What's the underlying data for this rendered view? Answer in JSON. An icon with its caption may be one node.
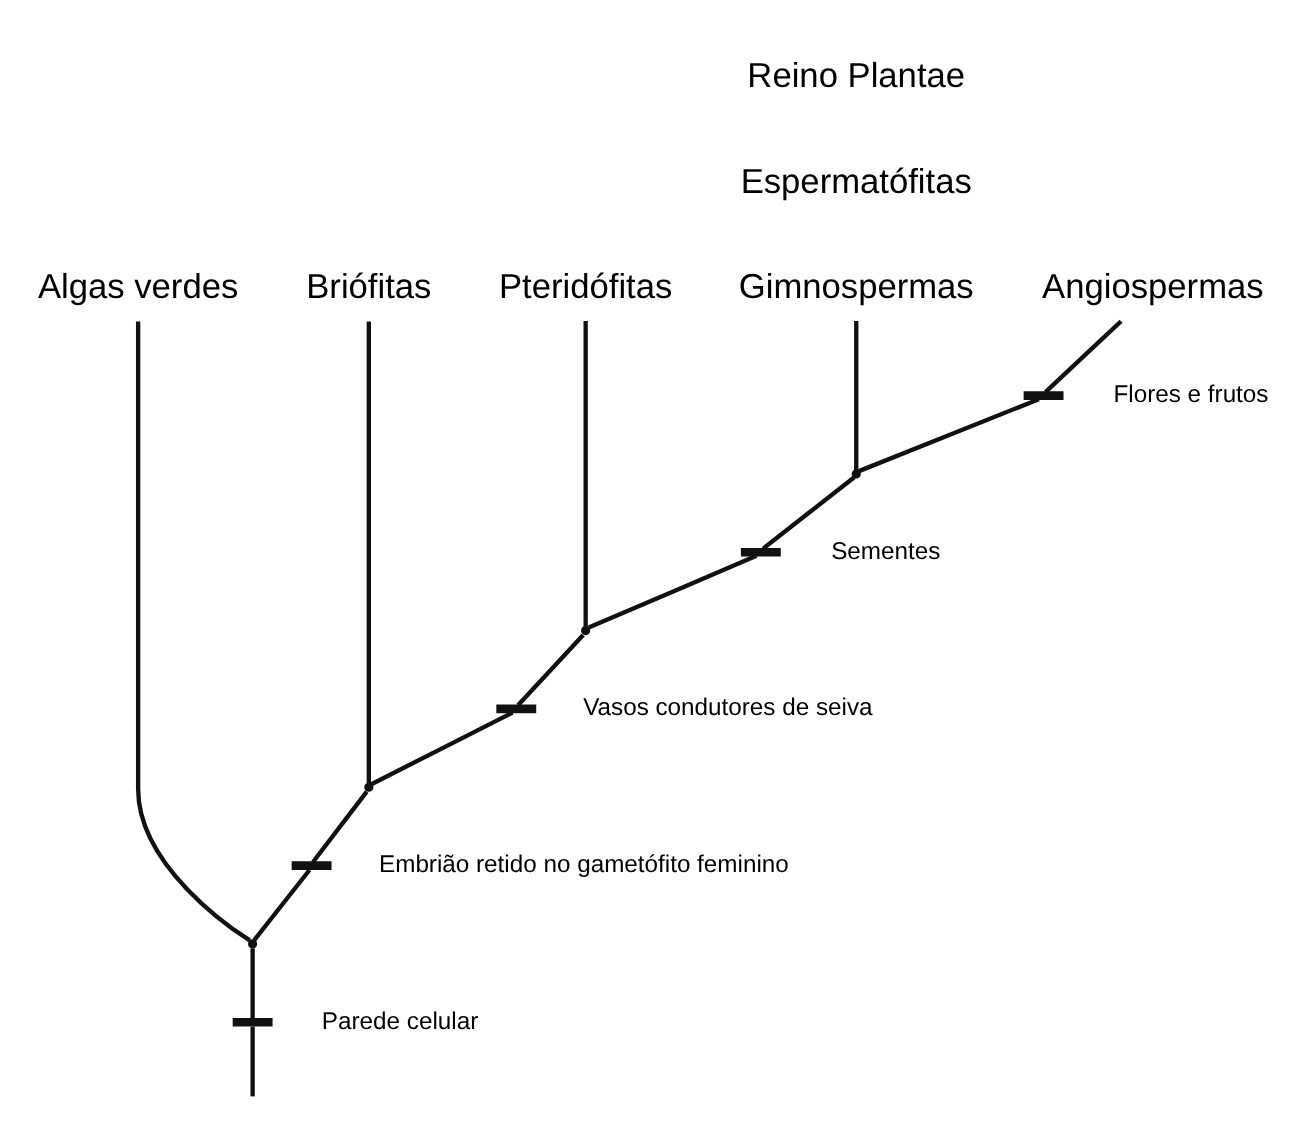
{
  "diagram": {
    "nodes": [
      {
        "text": [],
        "shape": "bar",
        "beside": [
          "Parede celular"
        ]
      },
      {
        "text": [],
        "shape": "point"
      },
      {
        "text": [
          "Algas verdes"
        ]
      },
      {
        "text": [],
        "shape": "bar",
        "beside": [
          "Embrião retido no gametófito feminino"
        ]
      },
      {
        "text": [],
        "shape": "point"
      },
      {
        "text": [
          "Briófitas"
        ]
      },
      {
        "text": [],
        "shape": "bar",
        "beside": [
          "Vasos condutores de seiva"
        ]
      },
      {
        "text": [],
        "shape": "point"
      },
      {
        "text": [
          "Pteridófitas"
        ]
      },
      {
        "text": [],
        "shape": "bar",
        "beside": [
          "Sementes"
        ]
      },
      {
        "text": [],
        "shape": "point"
      },
      {
        "text": [
          "Gimnospermas"
        ]
      },
      {
        "text": [],
        "shape": "bar",
        "beside": [
          "Flores e frutos"
        ]
      },
      {
        "text": [
          "Angiospermas"
        ]
      }
    ],
    "edges": [
      {
        "from": null,
        "to": 0,
        "arrow": "none"
      },
      {
        "from": 0,
        "to": 1,
        "arrow": "none"
      },
      {
        "from": 1,
        "to": 2,
        "arrow": "none"
      },
      {
        "from": 1,
        "to": 3,
        "arrow": "none"
      },
      {
        "from": 3,
        "to": 4,
        "arrow": "none"
      },
      {
        "from": 4,
        "to": 5,
        "arrow": "none"
      },
      {
        "from": 4,
        "to": 6,
        "arrow": "none"
      },
      {
        "from": 6,
        "to": 7,
        "arrow": "none"
      },
      {
        "from": 7,
        "to": 8,
        "arrow": "none"
      },
      {
        "from": 7,
        "to": 9,
        "arrow": "none"
      },
      {
        "from": 9,
        "to": 10,
        "arrow": "none"
      },
      {
        "from": 10,
        "to": 11,
        "arrow": "none"
      },
      {
        "from": 10,
        "to": 12,
        "arrow": "none"
      },
      {
        "from": 12,
        "to": 13,
        "arrow": "none"
      }
    ],
    "labels": [
      "Reino Plantae",
      "Espermatófitas"
    ]
  }
}
